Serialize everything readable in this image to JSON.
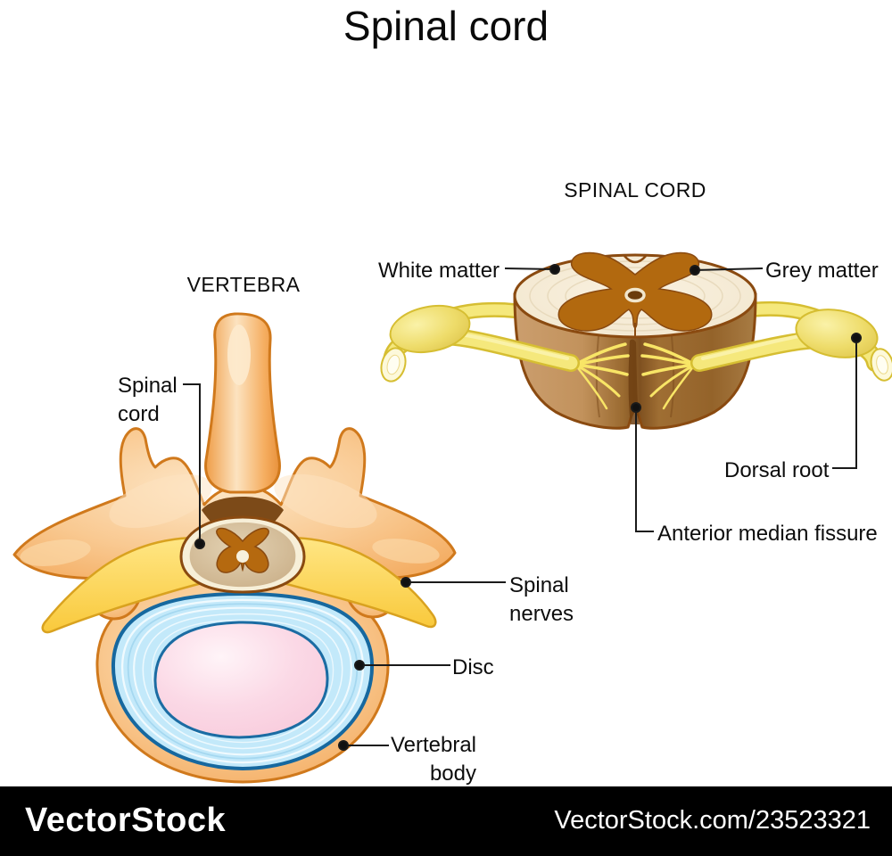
{
  "title": "Spinal cord",
  "vertebra": {
    "heading": "VERTEBRA",
    "labels": {
      "spinal_cord": "Spinal\ncord",
      "spinal_nerves": "Spinal\nnerves",
      "disc": "Disc",
      "vertebral_body": "Vertebral\nbody"
    }
  },
  "cord_section": {
    "heading": "SPINAL CORD",
    "labels": {
      "white_matter": "White matter",
      "grey_matter": "Grey matter",
      "dorsal_root": "Dorsal root",
      "anterior_median_fissure": "Anterior median fissure"
    }
  },
  "watermark": {
    "brand": "VectorStock",
    "credit": "VectorStock.com/23523321"
  },
  "colors": {
    "background": "#ffffff",
    "bone_peach": "#f8c58f",
    "bone_outline": "#d0791c",
    "nerve_yellow": "#ffd84e",
    "nerve_pale_yellow": "#f5e87c",
    "grey_matter_brown": "#b2690f",
    "white_matter_cream": "#f6ecd8",
    "cylinder_brown": "#9c6a33",
    "disc_blue": "#c3e9fa",
    "disc_outline": "#16689f",
    "nucleus_pink": "#f9cfe0",
    "label_text": "#0d0d0d",
    "watermark_bar": "#000000",
    "watermark_text": "#ffffff"
  }
}
